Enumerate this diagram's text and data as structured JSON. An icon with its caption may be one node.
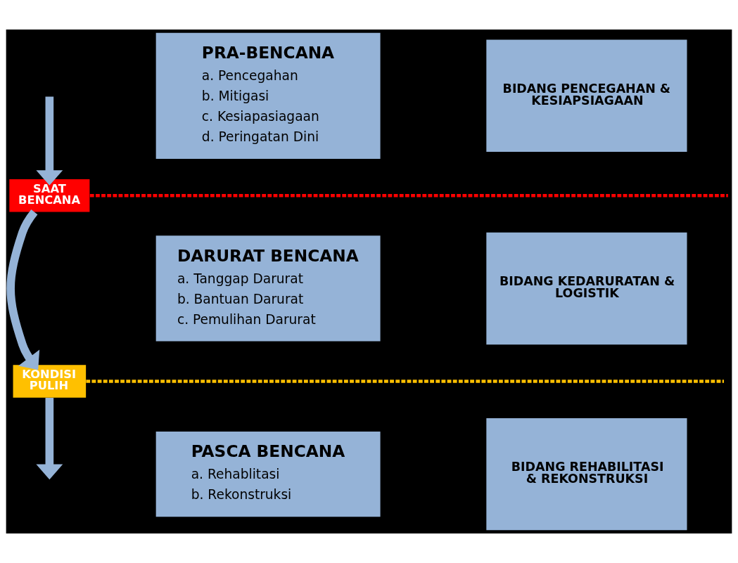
{
  "diagram": {
    "nodes": [
      {
        "text": [
          "PRA-BENCANA",
          "a. Pencegahan",
          "b. Mitigasi",
          "c. Kesiapasiagaan",
          "d. Peringatan Dini"
        ]
      },
      {
        "text": [
          "BIDANG PENCEGAHAN & KESIAPSIAGAAN"
        ]
      },
      {
        "text": [
          "SAAT BENCANA"
        ]
      },
      {
        "text": [
          "DARURAT BENCANA",
          "a. Tanggap Darurat",
          "b. Bantuan Darurat",
          "c. Pemulihan Darurat"
        ]
      },
      {
        "text": [
          "BIDANG KEDARURATAN & LOGISTIK"
        ]
      },
      {
        "text": [
          "KONDISI PULIH"
        ]
      },
      {
        "text": [
          "PASCA BENCANA",
          "a. Rehablitasi",
          "b. Rekonstruksi"
        ]
      },
      {
        "text": [
          "BIDANG REHABILITASI & REKONSTRUKSI"
        ]
      }
    ],
    "edges": [
      {
        "from": 2,
        "to": null,
        "arrow": "none",
        "style": "dashed",
        "color": "#ff0000"
      },
      {
        "from": null,
        "to": 2,
        "arrow": "to"
      },
      {
        "from": 2,
        "to": 5,
        "arrow": "to"
      },
      {
        "from": 5,
        "to": null,
        "arrow": "none",
        "style": "dashed",
        "color": "#ffc000"
      },
      {
        "from": 5,
        "to": null,
        "arrow": "to"
      }
    ]
  }
}
